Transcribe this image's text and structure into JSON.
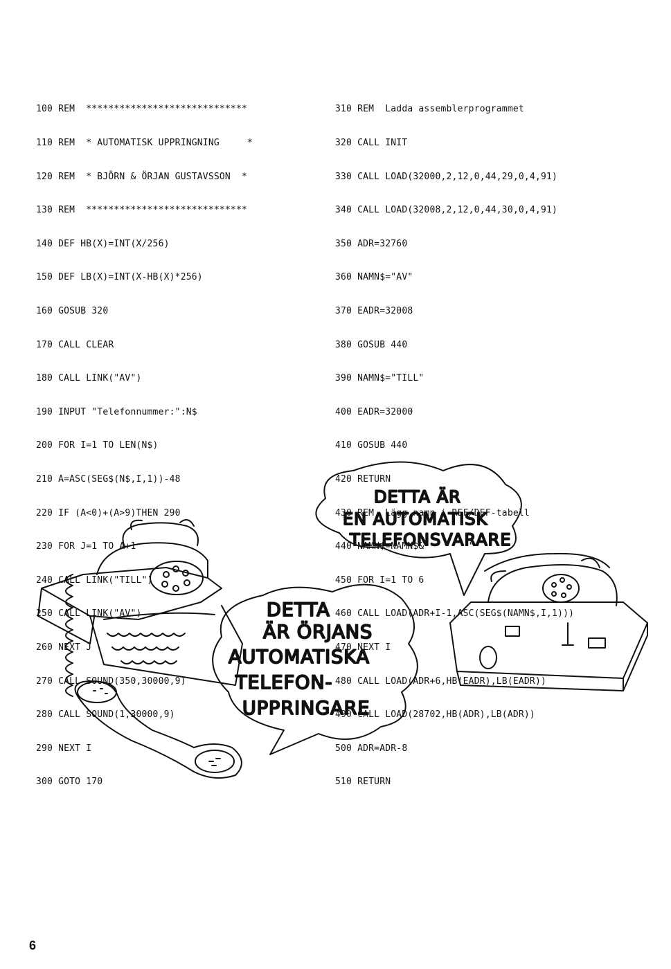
{
  "listing_left": [
    "100 REM  *****************************",
    "110 REM  * AUTOMATISK UPPRINGNING     *",
    "120 REM  * BJÖRN & ÖRJAN GUSTAVSSON  *",
    "130 REM  *****************************",
    "140 DEF HB(X)=INT(X/256)",
    "150 DEF LB(X)=INT(X-HB(X)*256)",
    "160 GOSUB 320",
    "170 CALL CLEAR",
    "180 CALL LINK(\"AV\")",
    "190 INPUT \"Telefonnummer:\":N$",
    "200 FOR I=1 TO LEN(N$)",
    "210 A=ASC(SEG$(N$,I,1))-48",
    "220 IF (A<0)+(A>9)THEN 290",
    "230 FOR J=1 TO A+1",
    "240 CALL LINK(\"TILL\")",
    "250 CALL LINK(\"AV\")",
    "260 NEXT J",
    "270 CALL SOUND(350,30000,9)",
    "280 CALL SOUND(1,30000,9)",
    "290 NEXT I",
    "300 GOTO 170"
  ],
  "listing_right": [
    "310 REM  Ladda assemblerprogrammet",
    "320 CALL INIT",
    "330 CALL LOAD(32000,2,12,0,44,29,0,4,91)",
    "340 CALL LOAD(32008,2,12,0,44,30,0,4,91)",
    "350 ADR=32760",
    "360 NAMN$=\"AV\"",
    "370 EADR=32008",
    "380 GOSUB 440",
    "390 NAMN$=\"TILL\"",
    "400 EADR=32000",
    "410 GOSUB 440",
    "420 RETURN",
    "430 REM  Lägg namn i REF/DEF-tabell",
    "440 NAMN$=NAMN$&\"       \"",
    "450 FOR I=1 TO 6",
    "460 CALL LOAD(ADR+I-1,ASC(SEG$(NAMN$,I,1)))",
    "470 NEXT I",
    "480 CALL LOAD(ADR+6,HB(EADR),LB(EADR))",
    "490 CALL LOAD(28702,HB(ADR),LB(ADR))",
    "500 ADR=ADR-8",
    "510 RETURN"
  ],
  "bubble_right": [
    "DETTA ÄR",
    "EN AUTOMATISK",
    "TELEFONSVARARE"
  ],
  "bubble_left": [
    "DETTA",
    "ÄR ÖRJANS",
    "AUTOMATISKA",
    "TELEFON-",
    "UPPRINGARE"
  ],
  "page_number": "6"
}
